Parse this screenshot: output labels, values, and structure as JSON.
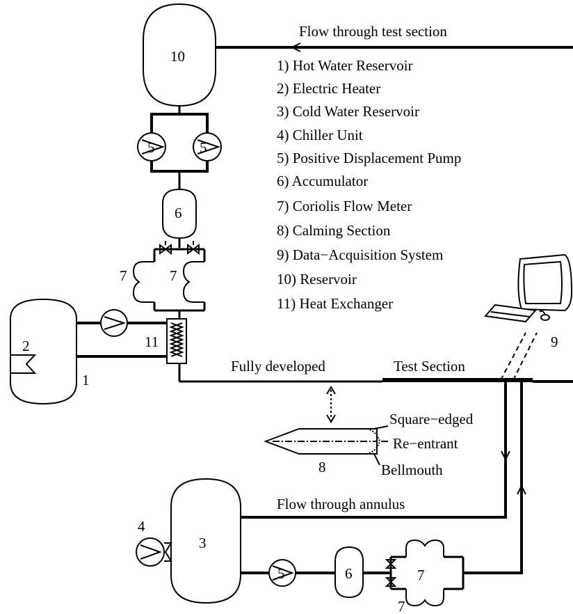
{
  "flow_labels": {
    "test_section_flow": "Flow through test section",
    "annulus_flow": "Flow through annulus",
    "fully_developed": "Fully developed",
    "test_section": "Test Section"
  },
  "legend": [
    "1) Hot Water Reservoir",
    "2) Electric Heater",
    "3) Cold Water Reservoir",
    "4) Chiller Unit",
    "5) Positive Displacement Pump",
    "6) Accumulator",
    "7) Coriolis Flow Meter",
    "8) Calming Section",
    "9) Data−Acquisition System",
    "10) Reservoir",
    "11) Heat Exchanger"
  ],
  "component_numbers": {
    "reservoir": "10",
    "pump": "5",
    "accumulator": "6",
    "flow_meter": "7",
    "hot_reservoir": "1",
    "heater": "2",
    "heat_exchanger": "11",
    "cold_reservoir": "3",
    "chiller": "4",
    "calming_section": "8",
    "daq": "9"
  },
  "inlet_labels": {
    "square_edged": "Square−edged",
    "re_entrant": "Re−entrant",
    "bellmouth": "Bellmouth"
  }
}
